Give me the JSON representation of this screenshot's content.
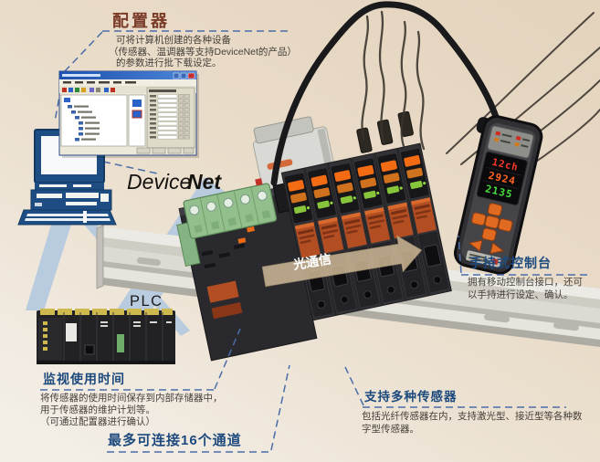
{
  "diagram": {
    "callouts": {
      "configurator": {
        "title": "配置器",
        "line1": "可将计算机创建的各种设备",
        "line2": "（传感器、温调器等支持DeviceNet的产品）",
        "line3": "的参数进行批下载设定。"
      },
      "monitor_time": {
        "title": "监视使用时间",
        "line1": "将传感器的使用时间保存到内部存储器中，",
        "line2": "用于传感器的维护计划等。",
        "line3": "（可通过配置器进行确认）"
      },
      "channels": {
        "title": "最多可连接16个通道"
      },
      "multi_sensor": {
        "title": "支持多种传感器",
        "line1": "包括光纤传感器在内，支持激光型、接近型等各种数",
        "line2": "字型传感器。"
      },
      "handheld": {
        "title": "手持式控制台",
        "line1": "拥有移动控制台接口，还可",
        "line2": "以手持进行设定、确认。"
      }
    },
    "labels": {
      "devicenet_regular": "Device",
      "devicenet_bold": "Net",
      "plc": "PLC",
      "optical_comm": "光通信"
    },
    "handheld_display": {
      "row1": "12ch",
      "row2": "2924",
      "row3": "2135"
    },
    "colors": {
      "title_blue": "#1d4a7e",
      "title_brown": "#7a3a28",
      "connector_dash": "#4a6da8",
      "network_ribbon": "#b9cbdf",
      "display_orange": "#ff7114",
      "display_green": "#93d83e",
      "button_orange": "#e06a20",
      "arrow_tan": "#d6bf9c"
    }
  }
}
